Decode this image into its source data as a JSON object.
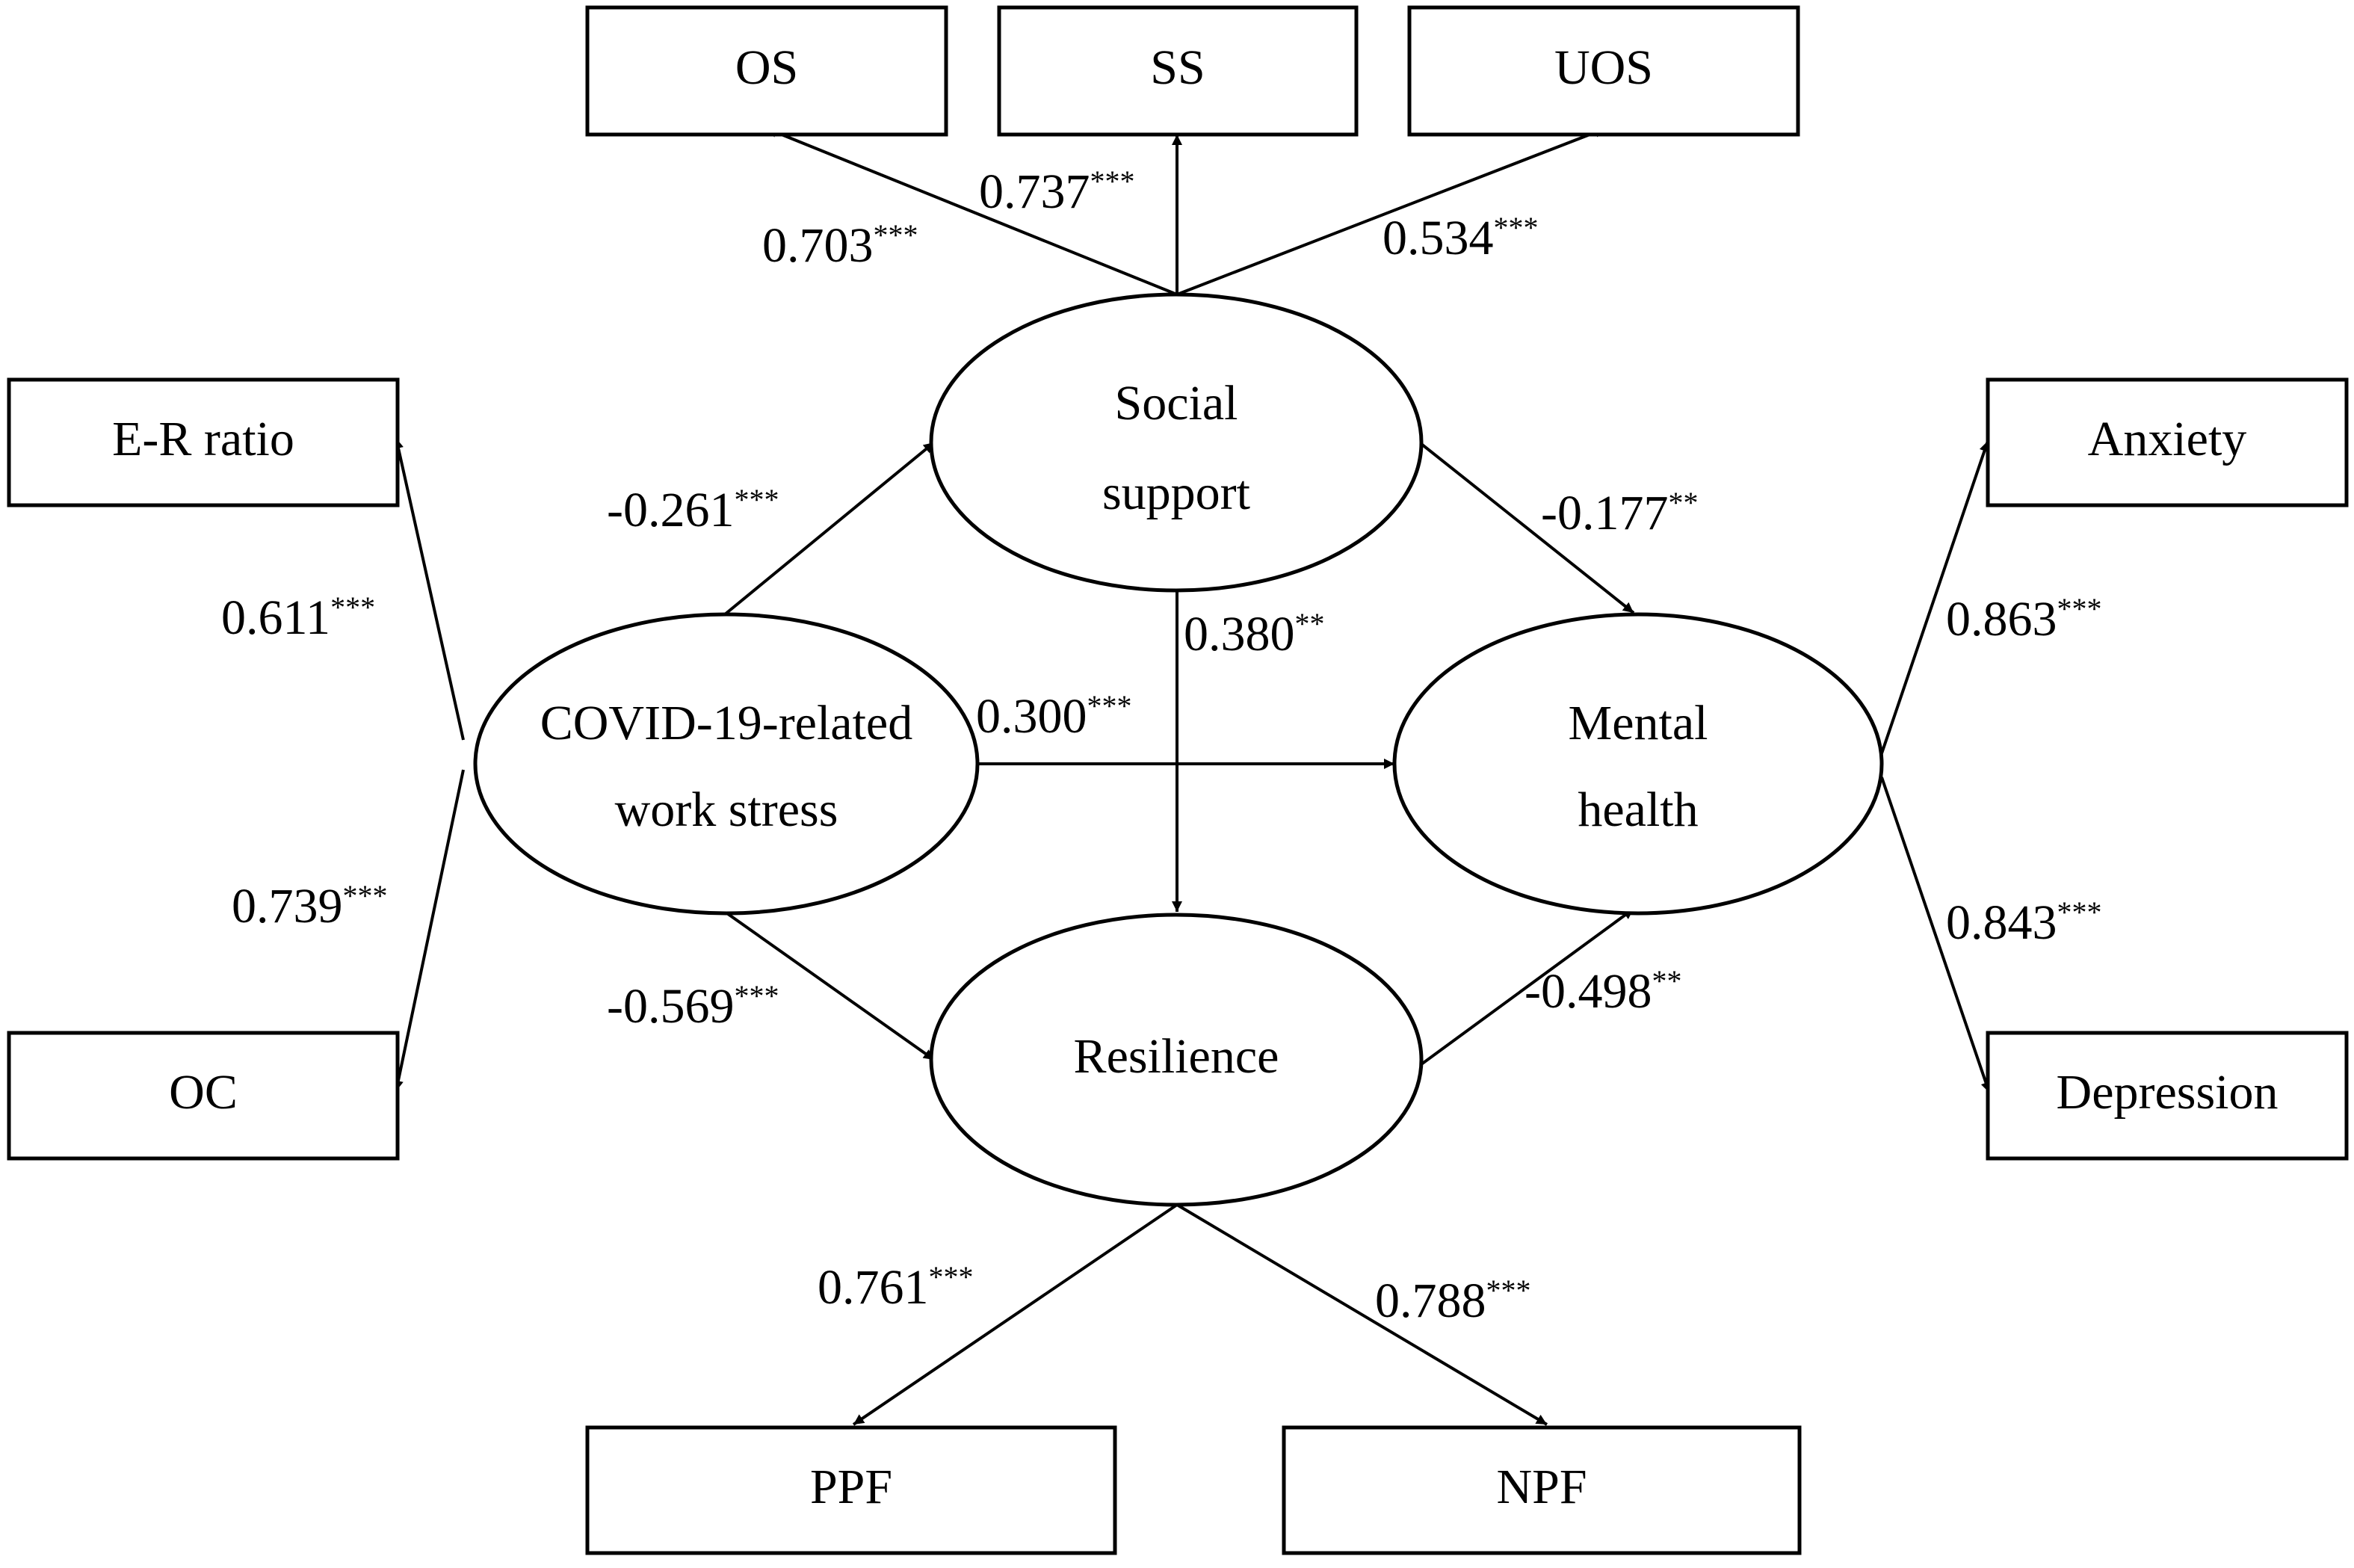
{
  "diagram": {
    "latent": {
      "social_support": [
        "Social",
        "support"
      ],
      "stress": [
        "COVID-19-related",
        "work stress"
      ],
      "mental_health": [
        "Mental",
        "health"
      ],
      "resilience": [
        "Resilience"
      ]
    },
    "observed": {
      "os": "OS",
      "ss": "SS",
      "uos": "UOS",
      "er_ratio": "E-R ratio",
      "oc": "OC",
      "anxiety": "Anxiety",
      "depression": "Depression",
      "ppf": "PPF",
      "npf": "NPF"
    },
    "paths": {
      "ss_os": {
        "value": "0.703",
        "sig": "***"
      },
      "ss_ss": {
        "value": "0.737",
        "sig": "***"
      },
      "ss_uos": {
        "value": "0.534",
        "sig": "***"
      },
      "st_er": {
        "value": "0.611",
        "sig": "***"
      },
      "st_oc": {
        "value": "0.739",
        "sig": "***"
      },
      "st_soc": {
        "value": "-0.261",
        "sig": "***"
      },
      "st_res": {
        "value": "-0.569",
        "sig": "***"
      },
      "st_mh": {
        "value": "0.300",
        "sig": "***"
      },
      "soc_res": {
        "value": "0.380",
        "sig": "**"
      },
      "soc_mh": {
        "value": "-0.177",
        "sig": "**"
      },
      "res_mh": {
        "value": "-0.498",
        "sig": "**"
      },
      "mh_anx": {
        "value": "0.863",
        "sig": "***"
      },
      "mh_dep": {
        "value": "0.843",
        "sig": "***"
      },
      "res_ppf": {
        "value": "0.761",
        "sig": "***"
      },
      "res_npf": {
        "value": "0.788",
        "sig": "***"
      }
    }
  }
}
